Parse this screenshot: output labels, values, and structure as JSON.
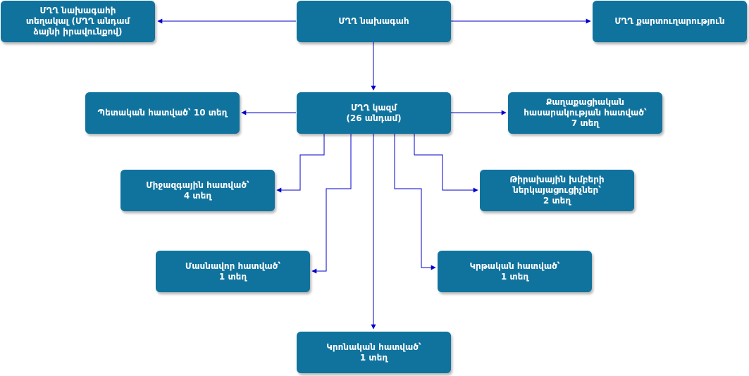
{
  "nodes": {
    "head": "ՄՂՂ նախագահ",
    "deputy": "ՄՂՂ նախագահի\nտեղակալ (ՄՂՂ անդամ\nձայնի իրավունքով)",
    "staff": "ՄՂՂ քարտուղարություն",
    "council": "ՄՂՂ կազմ\n(26 անդամ)",
    "state": "Պետական հատված՝ 10 տեղ",
    "civil": "Քաղաքացիական\nհասարակության հատված՝\n7 տեղ",
    "international": "Միջազգային հատված՝\n4 տեղ",
    "regional": "Թիրախային խմբերի\nներկայացուցիչներ՝\n2 տեղ",
    "private": "Մասնավոր հատված՝\n1 տեղ",
    "education": "Կրթական հատված՝\n1 տեղ",
    "religious": "Կրոնական հատված՝\n1 տեղ"
  },
  "colors": {
    "node_fill": "#10739e",
    "node_text": "#ffffff",
    "arrow": "#0000cc"
  }
}
